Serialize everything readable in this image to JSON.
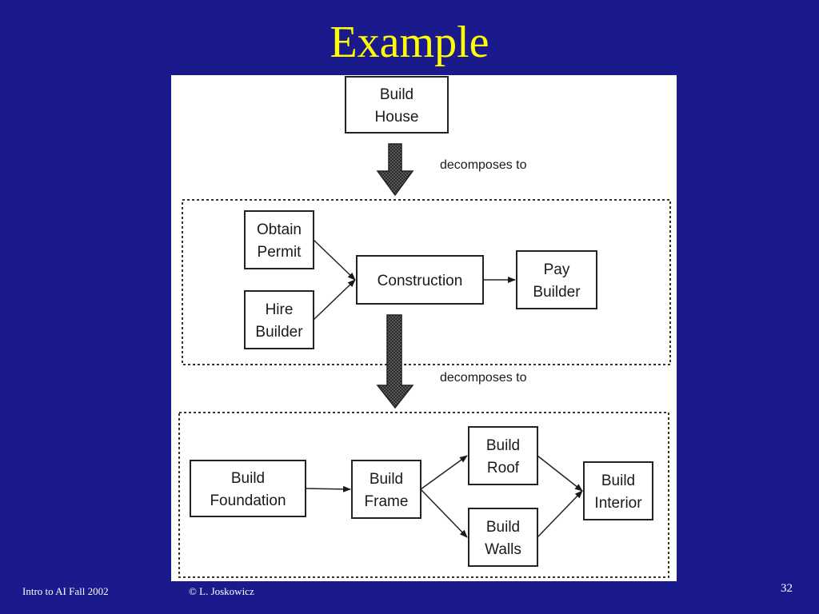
{
  "slide": {
    "title": "Example",
    "footer_course": "Intro to AI  Fall 2002",
    "footer_author": "© L. Joskowicz",
    "page_number": "32"
  },
  "diagram": {
    "arrow_caption_1": "decomposes to",
    "arrow_caption_2": "decomposes to",
    "nodes": {
      "build_house": [
        "Build",
        "House"
      ],
      "obtain_permit": [
        "Obtain",
        "Permit"
      ],
      "hire_builder": [
        "Hire",
        "Builder"
      ],
      "construction": [
        "Construction"
      ],
      "pay_builder": [
        "Pay",
        "Builder"
      ],
      "build_foundation": [
        "Build",
        "Foundation"
      ],
      "build_frame": [
        "Build",
        "Frame"
      ],
      "build_roof": [
        "Build",
        "Roof"
      ],
      "build_walls": [
        "Build",
        "Walls"
      ],
      "build_interior": [
        "Build",
        "Interior"
      ]
    },
    "edges": [
      [
        "obtain_permit",
        "construction"
      ],
      [
        "hire_builder",
        "construction"
      ],
      [
        "construction",
        "pay_builder"
      ],
      [
        "build_foundation",
        "build_frame"
      ],
      [
        "build_frame",
        "build_roof"
      ],
      [
        "build_frame",
        "build_walls"
      ],
      [
        "build_roof",
        "build_interior"
      ],
      [
        "build_walls",
        "build_interior"
      ]
    ]
  }
}
